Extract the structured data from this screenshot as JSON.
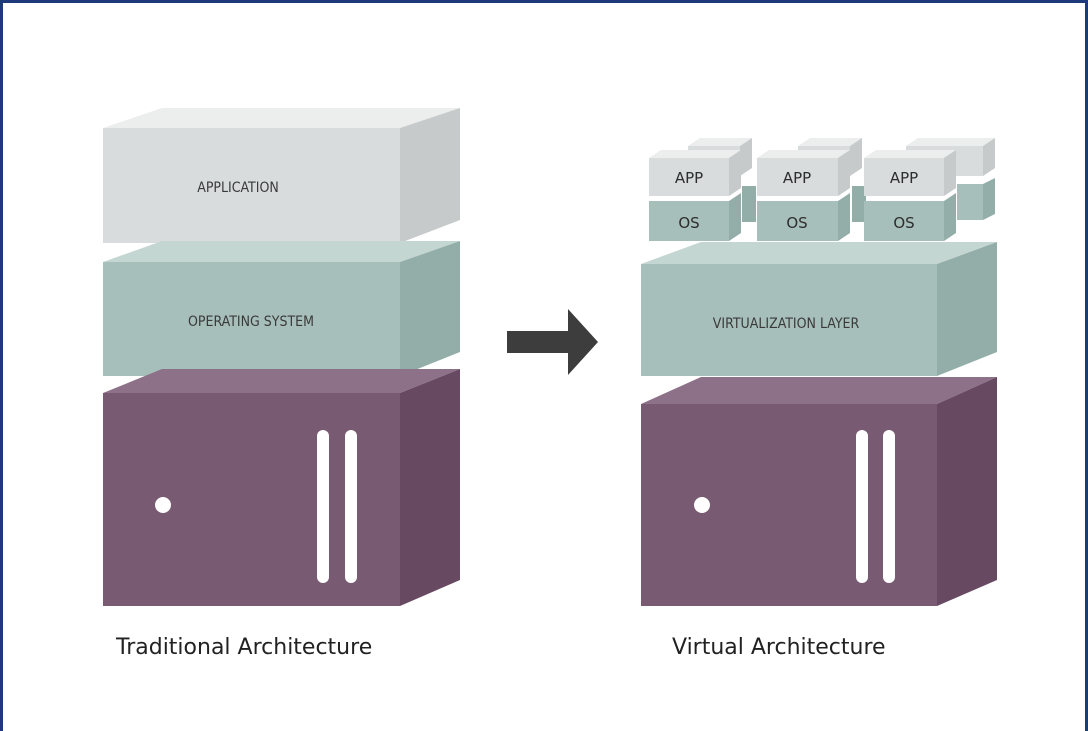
{
  "traditional": {
    "application_label": "APPLICATION",
    "os_label": "OPERATING SYSTEM",
    "caption": "Traditional  Architecture"
  },
  "virtual": {
    "app_label": "APP",
    "os_label": "OS",
    "virtualization_label": "VIRTUALIZATION LAYER",
    "caption": "Virtual Architecture"
  },
  "colors": {
    "application_front": "#d9dcdc",
    "application_top": "#eceded",
    "application_side": "#c6caca",
    "os_front": "#a7bfba",
    "os_top": "#c3d6d2",
    "os_side": "#93aea8",
    "hardware_front": "#785a72",
    "hardware_top": "#8d7188",
    "hardware_side": "#674a62",
    "arrow": "#3d3d3d",
    "frame": "#1f3a7a"
  }
}
